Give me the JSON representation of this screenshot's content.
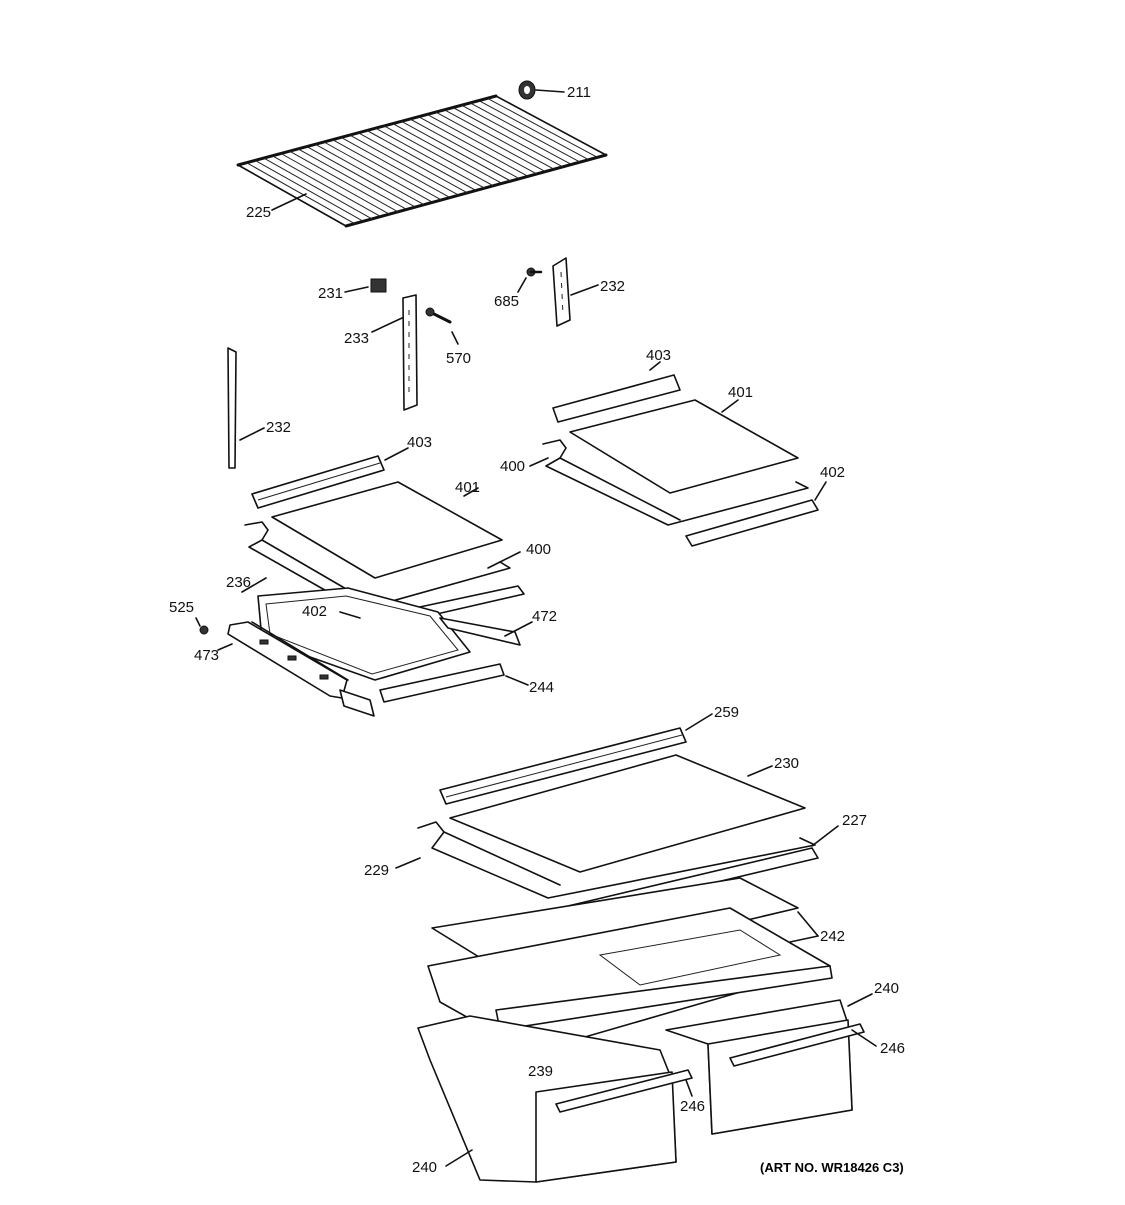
{
  "labels": {
    "p211": "211",
    "p225": "225",
    "p231": "231",
    "p233": "233",
    "p570": "570",
    "p685": "685",
    "p232a": "232",
    "p232b": "232",
    "p403a": "403",
    "p401a": "401",
    "p400a": "400",
    "p402a": "402",
    "p403b": "403",
    "p401b": "401",
    "p400b": "400",
    "p236": "236",
    "p525": "525",
    "p402b": "402",
    "p472": "472",
    "p473": "473",
    "p244": "244",
    "p259": "259",
    "p230": "230",
    "p227": "227",
    "p229": "229",
    "p242": "242",
    "p240a": "240",
    "p246a": "246",
    "p239": "239",
    "p246b": "246",
    "p240b": "240"
  },
  "art_number": "(ART NO. WR18426 C3)"
}
